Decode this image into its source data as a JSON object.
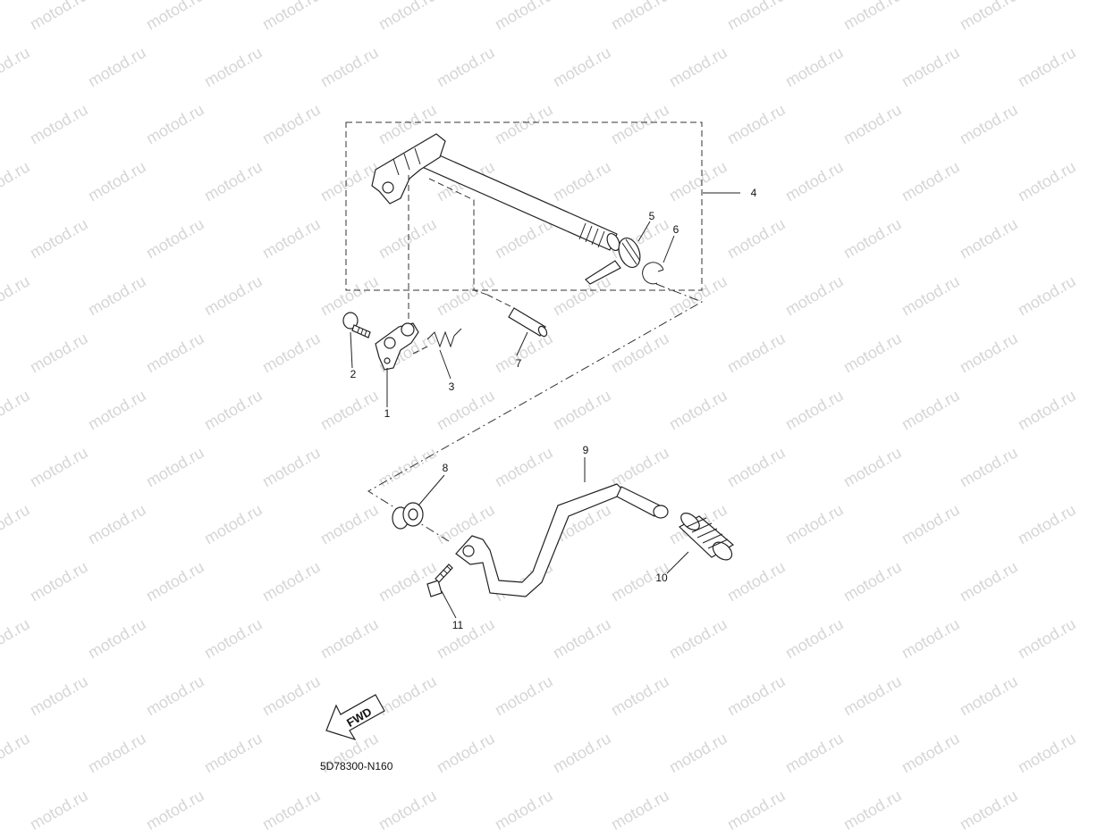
{
  "watermark": {
    "text": "motod.ru"
  },
  "callouts": [
    {
      "id": "1",
      "label": "1"
    },
    {
      "id": "2",
      "label": "2"
    },
    {
      "id": "3",
      "label": "3"
    },
    {
      "id": "4",
      "label": "4"
    },
    {
      "id": "5",
      "label": "5"
    },
    {
      "id": "6",
      "label": "6"
    },
    {
      "id": "7",
      "label": "7"
    },
    {
      "id": "8",
      "label": "8"
    },
    {
      "id": "9",
      "label": "9"
    },
    {
      "id": "10",
      "label": "10"
    },
    {
      "id": "11",
      "label": "11"
    }
  ],
  "fwd_label": "FWD",
  "diagram_code": "5D78300-N160"
}
